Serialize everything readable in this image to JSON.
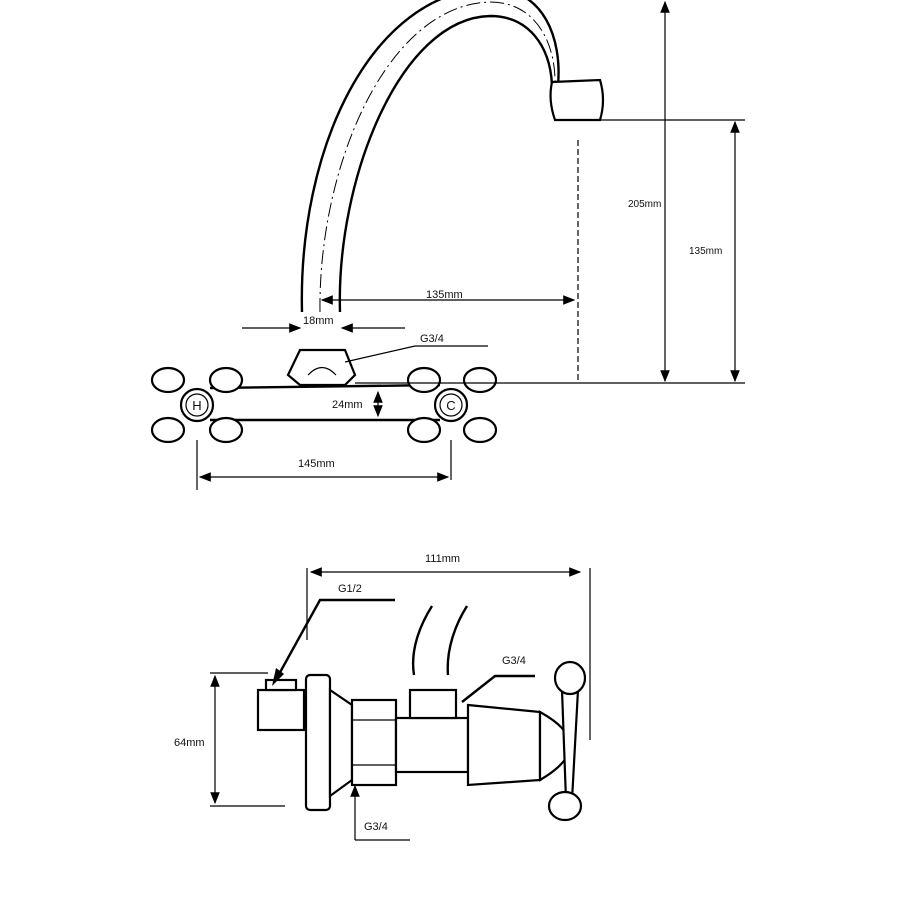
{
  "top_view": {
    "height_total": "205mm",
    "height_spout": "135mm",
    "reach": "135mm",
    "spout_diameter": "18mm",
    "thread": "G3/4",
    "body_height": "24mm",
    "center_distance": "145mm",
    "hot_label": "H",
    "cold_label": "C"
  },
  "side_view": {
    "depth": "111mm",
    "inlet_thread": "G1/2",
    "spout_thread": "G3/4",
    "height": "64mm",
    "nut_thread": "G3/4"
  }
}
